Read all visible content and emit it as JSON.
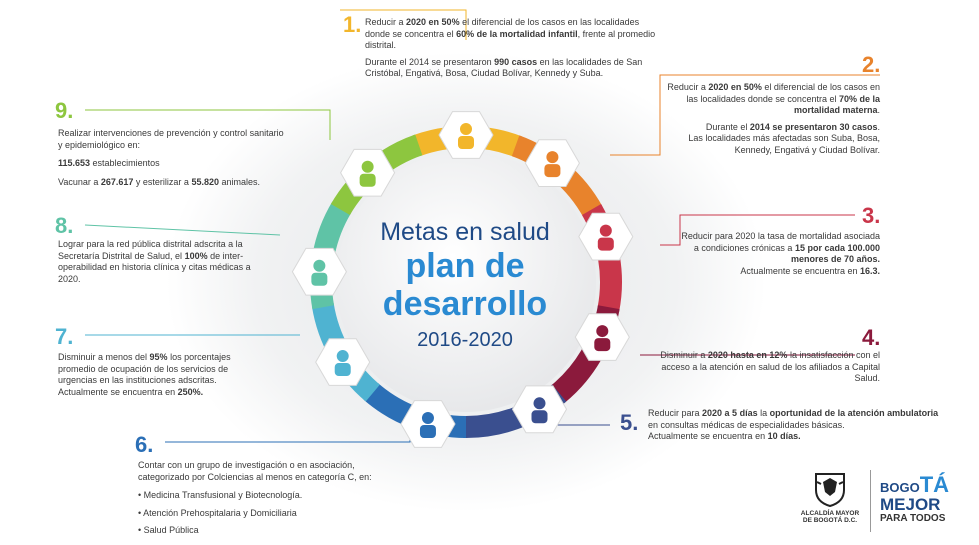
{
  "title": {
    "line1": "Metas en salud",
    "line2": "plan de",
    "line3": "desarrollo",
    "years": "2016-2020"
  },
  "colors": {
    "g1": "#f2b62b",
    "g2": "#e8832c",
    "g3": "#c9364a",
    "g4": "#8b1a3c",
    "g5": "#3a4f8f",
    "g6": "#2b6fb6",
    "g7": "#4fb3d1",
    "g8": "#5fc3a6",
    "g9": "#8dc63f"
  },
  "goals": {
    "g1": {
      "number": "1.",
      "p1a": "Reducir a ",
      "p1b": "2020 en 50%",
      "p1c": " el diferencial de los casos en las localidades donde se concentra el ",
      "p1d": "60%  de la mortalidad infantil",
      "p1e": ", frente al promedio distrital.",
      "p2a": "Durante el 2014 se presentaron ",
      "p2b": "990 casos",
      "p2c": " en las localidades de San Cristóbal, Engativá, Bosa, Ciudad Bolívar, Kennedy y Suba."
    },
    "g2": {
      "number": "2.",
      "p1a": "Reducir a ",
      "p1b": "2020 en 50%",
      "p1c": " el diferencial de los casos en las localidades donde se concentra el ",
      "p1d": "70%  de la mortalidad materna",
      "p1e": ".",
      "p2a": "Durante el ",
      "p2b": "2014 se presentaron 30 casos",
      "p2c": ".",
      "p3": "Las localidades más afectadas son Suba, Bosa, Kennedy, Engativá y Ciudad Bolívar."
    },
    "g3": {
      "number": "3.",
      "p1a": "Reducir para 2020 la tasa de mortalidad asociada a condiciones crónicas a ",
      "p1b": "15 por cada  100.000 menores de 70 años.",
      "p2a": "Actualmente se encuentra en ",
      "p2b": "16.3."
    },
    "g4": {
      "number": "4.",
      "p1a": "Disminuir a ",
      "p1b": "2020 hasta en 12%",
      "p1c": " la insatisfacción con el acceso a la atención en salud de los afiliados a Capital Salud."
    },
    "g5": {
      "number": "5.",
      "p1a": "Reducir para ",
      "p1b": "2020 a 5 días",
      "p1c": " la ",
      "p1d": "oportunidad de la atención ambulatoria",
      "p1e": " en consultas médicas de especialidades básicas.",
      "p2a": "Actualmente se encuentra en ",
      "p2b": "10 días."
    },
    "g6": {
      "number": "6.",
      "p1": "Contar con un grupo de investigación o en asociación, categorizado por Colciencias al menos en categoría C, en:",
      "b1": "• Medicina Transfusional y Biotecnología.",
      "b2": "• Atención Prehospitalaria y Domiciliaria",
      "b3": "• Salud Pública"
    },
    "g7": {
      "number": "7.",
      "p1a": "Disminuir a menos del ",
      "p1b": "95%",
      "p1c": " los porcentajes promedio de ocupación de los servicios de urgencias en las instituciones adscritas.",
      "p2a": "Actualmente se encuentra en ",
      "p2b": "250%."
    },
    "g8": {
      "number": "8.",
      "p1a": "Lograr para la red pública distrital adscrita a la Secretaría Distrital de Salud, el ",
      "p1b": "100%",
      "p1c": " de inter-operabilidad en historia clínica y citas médicas a 2020."
    },
    "g9": {
      "number": "9.",
      "p1": "Realizar intervenciones de prevención y control sanitario y epidemiológico en:",
      "p2a": "115.653",
      "p2b": " establecimientos",
      "p3a": "Vacunar a ",
      "p3b": "267.617",
      "p3c": " y esterilizar a ",
      "p3d": "55.820",
      "p3e": " animales."
    }
  },
  "logos": {
    "alcaldia_l1": "ALCALDÍA MAYOR",
    "alcaldia_l2": "DE BOGOTÁ D.C.",
    "bogota_a": "BOGO",
    "bogota_b": "TÁ",
    "mejor": "MEJOR",
    "para_todos": "PARA TODOS"
  }
}
